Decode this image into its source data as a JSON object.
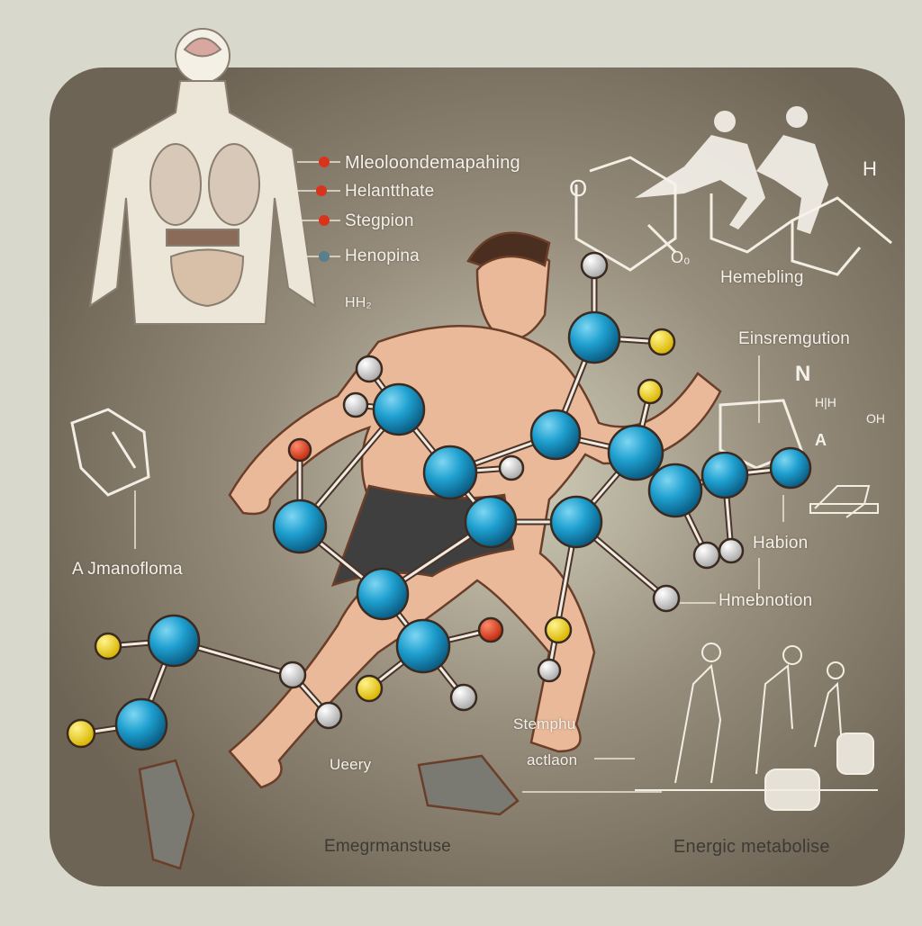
{
  "organ_labels": [
    {
      "text": "Mleoloondemapahing",
      "dot_color": "#d8341c"
    },
    {
      "text": "Helantthate",
      "dot_color": "#d8341c"
    },
    {
      "text": "Stegpion",
      "dot_color": "#d8341c"
    },
    {
      "text": "Henopina",
      "dot_color": "#5a7f8c"
    }
  ],
  "labels": {
    "hh": "HH₂",
    "hemebling": "Hemebling",
    "einsremgution": "Einsremgution",
    "habion": "Habion",
    "hmebnotion": "Hmebnotion",
    "jmanofloma": "A Jmanofloma",
    "stemphu": "Stemphu",
    "actlaon": "actlaon",
    "ueery": "Ueery",
    "emegrmanstuse": "Emegrmanstuse",
    "energic": "Energic metabolise"
  },
  "chem_text": {
    "o_top": "O",
    "o_sub": "O₀",
    "h_top": "H",
    "n": "N",
    "hh_small": "H|H",
    "oh": "OH",
    "a": "A"
  },
  "colors": {
    "panel": "#7d7466",
    "atom_blue": "#1fa0d0",
    "atom_yellow": "#f2d21a",
    "atom_red": "#d8341c",
    "atom_white": "#e8e8e8",
    "bond": "#4a3428",
    "skin": "#eab999"
  }
}
